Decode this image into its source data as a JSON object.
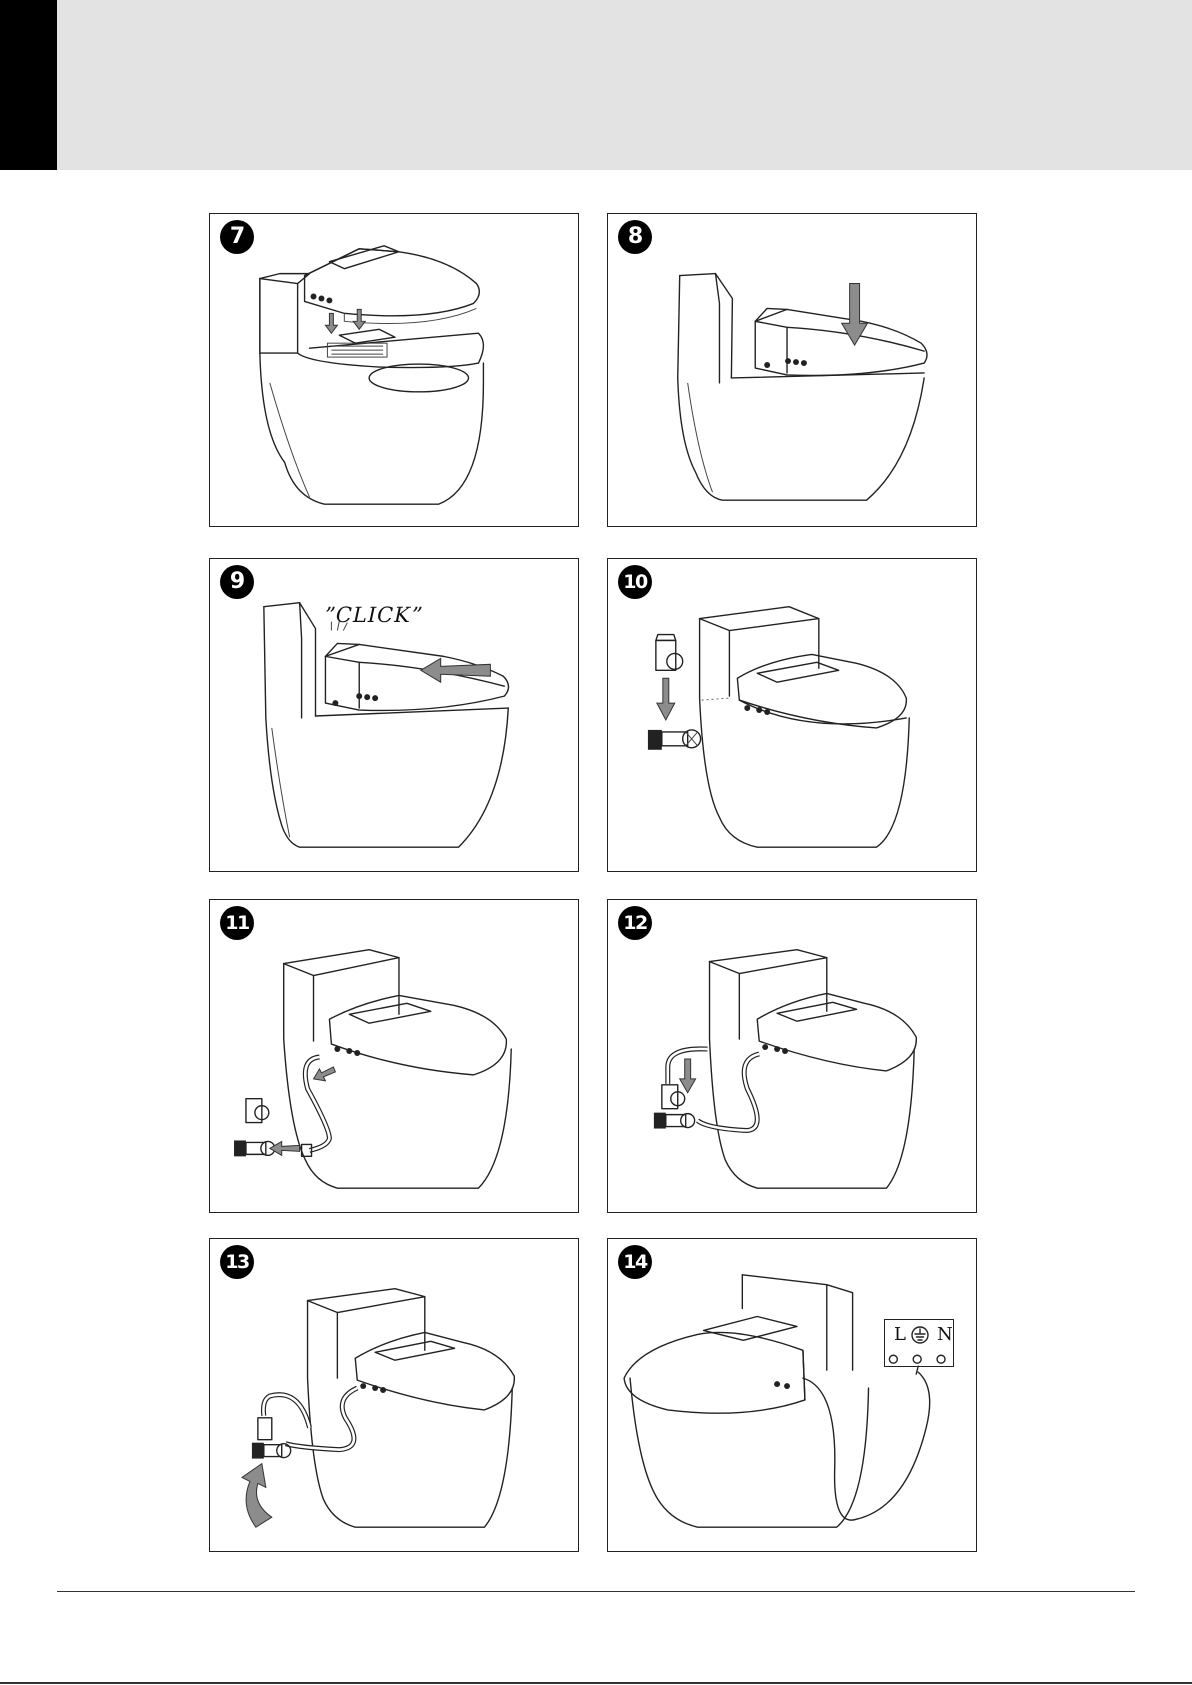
{
  "steps": [
    {
      "number": "7"
    },
    {
      "number": "8"
    },
    {
      "number": "9",
      "label": "”CLICK”"
    },
    {
      "number": "10"
    },
    {
      "number": "11"
    },
    {
      "number": "12"
    },
    {
      "number": "13"
    },
    {
      "number": "14",
      "terminal": {
        "left": "L",
        "right": "N",
        "ground_icon": "ground-symbol-icon"
      }
    }
  ],
  "icons": {
    "arrow": "down-arrow-icon",
    "push": "left-arrow-icon",
    "rotate": "curved-arrow-icon"
  },
  "colors": {
    "header_band": "#e3e3e3",
    "header_tab": "#000000",
    "arrow_gray": "#8c8c8c"
  }
}
